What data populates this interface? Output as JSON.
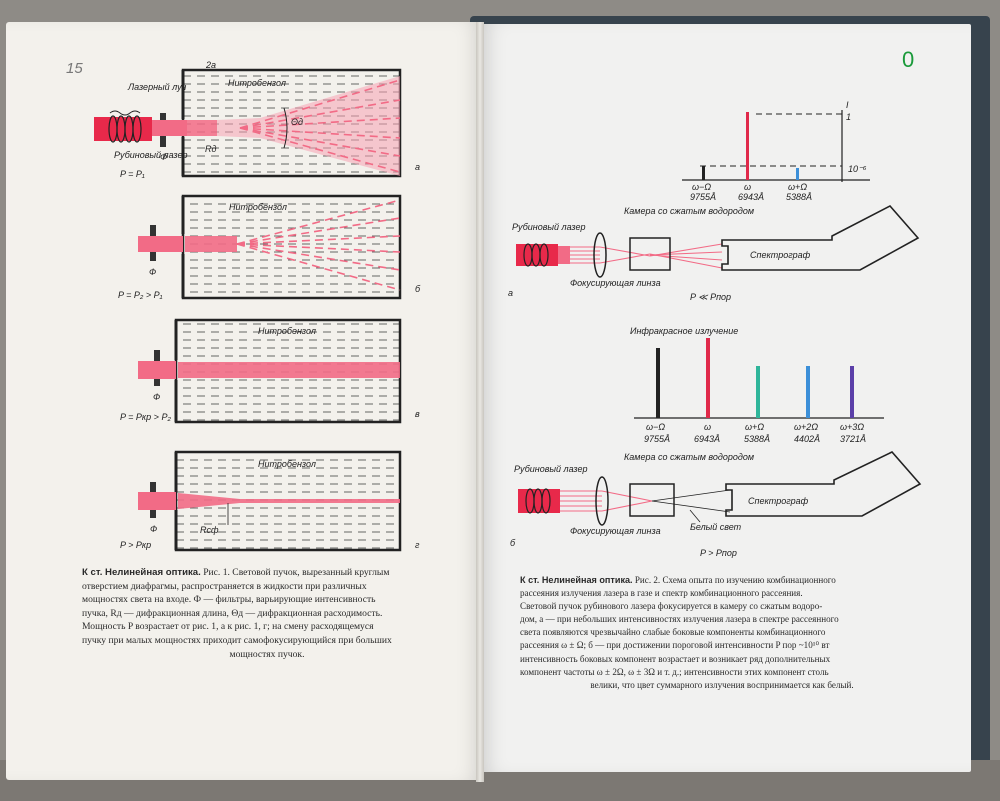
{
  "left_page": {
    "corner_mark": "15",
    "figure1": {
      "panels": [
        {
          "letter": "а",
          "liquid": "Нитробензол",
          "power": "P = P₁"
        },
        {
          "letter": "б",
          "liquid": "Нитробензол",
          "power": "P = P₂ > P₁"
        },
        {
          "letter": "в",
          "liquid": "Нитробензол",
          "power": "P = Pкр > P₂"
        },
        {
          "letter": "г",
          "liquid": "Нитробензол",
          "power": "P > Pкр"
        }
      ],
      "laser_beam_label": "Лазерный луч",
      "ruby_laser_label": "Рубиновый лазер",
      "filter_label": "Ф",
      "aperture_label": "2a",
      "diffraction_length": "Rд",
      "divergence": "Θд",
      "selffocus_length": "Rсф"
    },
    "caption": {
      "lead": "К ст. Нелинейная оптика.",
      "lines": [
        "Рис. 1. Световой пучок, вырезанный круглым",
        "отверстием диафрагмы, распространяется в жидкости при различных",
        "мощностях света на входе. Ф — фильтры, варьирующие интенсивность",
        "пучка, Rд — дифракционная длина, Θд — дифракционная расходимость.",
        "Мощность P возрастает от рис. 1, а к рис. 1, г; на смену расходящемуся",
        "пучку при малых мощностях приходит самофокусирующийся при больших",
        "мощностях пучок."
      ]
    }
  },
  "right_page": {
    "corner_mark": "0",
    "top_spectrum": {
      "axis_top": "I",
      "axis_one": "1",
      "axis_low": "10⁻⁶",
      "lines": [
        {
          "symbol": "ω−Ω",
          "wavelength": "9755Å",
          "color": "#222222"
        },
        {
          "symbol": "ω",
          "wavelength": "6943Å",
          "color": "#e0294a"
        },
        {
          "symbol": "ω+Ω",
          "wavelength": "5388Å",
          "color": "#3c8fd8"
        }
      ]
    },
    "setup_a": {
      "laser": "Рубиновый лазер",
      "lens": "Фокусирующая линза",
      "chamber": "Камера со сжатым водородом",
      "spectrograph": "Спектрограф",
      "letter": "а",
      "condition": "P ≪ Pпор"
    },
    "bottom_spectrum": {
      "ir_label": "Инфракрасное излучение",
      "lines": [
        {
          "symbol": "ω−Ω",
          "wavelength": "9755Å",
          "color": "#222222"
        },
        {
          "symbol": "ω",
          "wavelength": "6943Å",
          "color": "#e0294a"
        },
        {
          "symbol": "ω+Ω",
          "wavelength": "5388Å",
          "color": "#2fb59a"
        },
        {
          "symbol": "ω+2Ω",
          "wavelength": "4402Å",
          "color": "#3c8fd8"
        },
        {
          "symbol": "ω+3Ω",
          "wavelength": "3721Å",
          "color": "#5b3fa8"
        }
      ]
    },
    "setup_b": {
      "laser": "Рубиновый лазер",
      "lens": "Фокусирующая линза",
      "chamber": "Камера со сжатым водородом",
      "spectrograph": "Спектрограф",
      "white_light": "Белый свет",
      "letter": "б",
      "condition": "P > Pпор"
    },
    "caption": {
      "lead": "К ст. Нелинейная оптика.",
      "lines": [
        "Рис. 2. Схема опыта по изучению комбинационного",
        "рассеяния излучения лазера в газе и спектр комбинационного рассеяния.",
        "Световой пучок рубинового лазера фокусируется в камеру со сжатым водоро-",
        "дом, а — при небольших интенсивностях излучения лазера в спектре рассеянного",
        "света появляются чрезвычайно слабые боковые компоненты комбинационного",
        "рассеяния ω ± Ω; б — при достижении пороговой интенсивности  P пор ~10¹⁰ вт",
        "интенсивность боковых компонент возрастает и возникает ряд дополнительных",
        "компонент   частоты  ω ± 2Ω, ω ± 3Ω  и т. д.; интенсивности этих компонент столь",
        "велики, что цвет суммарного излучения воспринимается как белый."
      ]
    }
  },
  "colors": {
    "laser_red": "#e8294a",
    "beam_pink": "#f26b86",
    "paper_left": "#f4f2ee",
    "paper_right": "#f1f1f0",
    "cover": "#3d4a55"
  }
}
